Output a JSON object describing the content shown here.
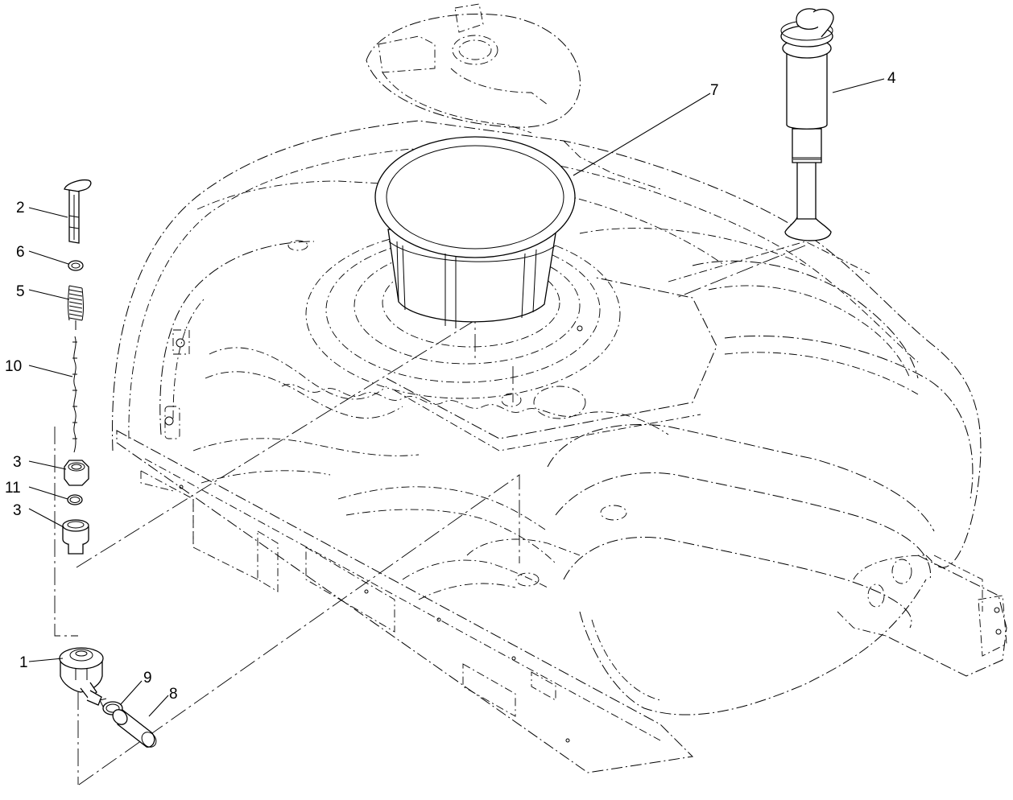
{
  "callouts": [
    {
      "id": "1",
      "label": "1"
    },
    {
      "id": "2",
      "label": "2"
    },
    {
      "id": "3a",
      "label": "3"
    },
    {
      "id": "3b",
      "label": "3"
    },
    {
      "id": "4",
      "label": "4"
    },
    {
      "id": "5",
      "label": "5"
    },
    {
      "id": "6",
      "label": "6"
    },
    {
      "id": "7",
      "label": "7"
    },
    {
      "id": "8",
      "label": "8"
    },
    {
      "id": "9",
      "label": "9"
    },
    {
      "id": "10",
      "label": "10"
    },
    {
      "id": "11",
      "label": "11"
    }
  ]
}
